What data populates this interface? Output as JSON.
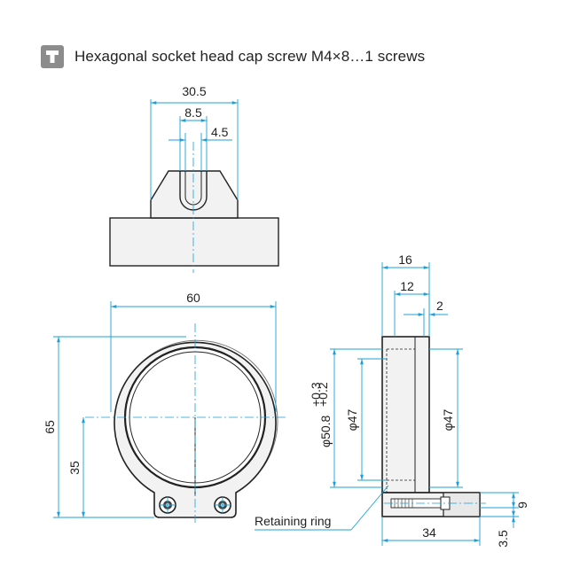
{
  "header": {
    "icon": "screw-icon",
    "text": "Hexagonal socket head cap screw M4×8…1 screws"
  },
  "dimensions": {
    "top_overall": "30.5",
    "top_slot_outer": "8.5",
    "top_slot_inner": "4.5",
    "front_width": "60",
    "front_height": "65",
    "front_center_height": "35",
    "side_depth": "16",
    "side_inner": "12",
    "side_lip": "2",
    "side_outer_dia": "φ50.8",
    "side_outer_tol_upper": "+0.3",
    "side_outer_tol_lower": "+0.2",
    "side_inner_dia_left": "φ47",
    "side_inner_dia_right": "φ47",
    "side_bottom_length": "34",
    "side_screw_height": "9",
    "side_base_height": "3.5"
  },
  "callouts": {
    "retaining_ring": "Retaining ring"
  },
  "colors": {
    "dimension_line": "#1aa0d8",
    "object_line": "#222222",
    "body_fill": "#f2f2f2",
    "header_badge": "#8c8c8c"
  }
}
